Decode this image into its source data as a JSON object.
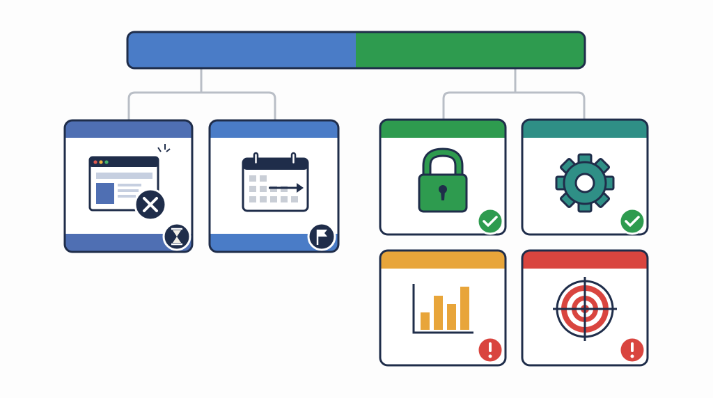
{
  "colors": {
    "navy": "#1f2d4a",
    "blue": "#4a7cc7",
    "blue_deep": "#4f6fb3",
    "green": "#2e9b4f",
    "teal": "#2f8f86",
    "amber": "#e8a53a",
    "red": "#d9453f",
    "connector": "#b9bec6",
    "card_bg": "#ffffff",
    "page_bg": "#fdfdfd"
  },
  "top_bar": {
    "left_segment": "blue",
    "right_segment": "green"
  },
  "groups": [
    {
      "name": "left-group",
      "cards": [
        {
          "name": "card-blocked-page",
          "accent": "blue_deep",
          "icon": "browser-window-icon",
          "overlay_icon": "x-circle-icon",
          "status_icon": "hourglass-icon"
        },
        {
          "name": "card-schedule",
          "accent": "blue",
          "icon": "calendar-arrow-icon",
          "status_icon": "flag-icon"
        }
      ]
    },
    {
      "name": "right-group",
      "cards": [
        {
          "name": "card-security",
          "accent": "green",
          "icon": "padlock-icon",
          "status_icon": "check-circle-icon"
        },
        {
          "name": "card-settings",
          "accent": "teal",
          "icon": "gear-icon",
          "status_icon": "check-circle-icon"
        },
        {
          "name": "card-analytics",
          "accent": "amber",
          "icon": "bar-chart-icon",
          "status_icon": "alert-circle-icon"
        },
        {
          "name": "card-target",
          "accent": "red",
          "icon": "target-icon",
          "status_icon": "alert-circle-icon"
        }
      ]
    }
  ]
}
